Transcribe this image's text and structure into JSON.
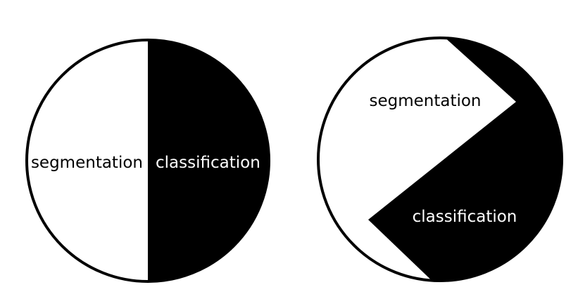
{
  "left_diagram": {
    "segmentation_label": "segmentation",
    "classification_label": "classification"
  },
  "right_diagram": {
    "segmentation_label": "segmentation",
    "classification_label": "classification"
  },
  "colors": {
    "outline": "#000000",
    "fill_black": "#000000",
    "fill_white": "#ffffff"
  }
}
